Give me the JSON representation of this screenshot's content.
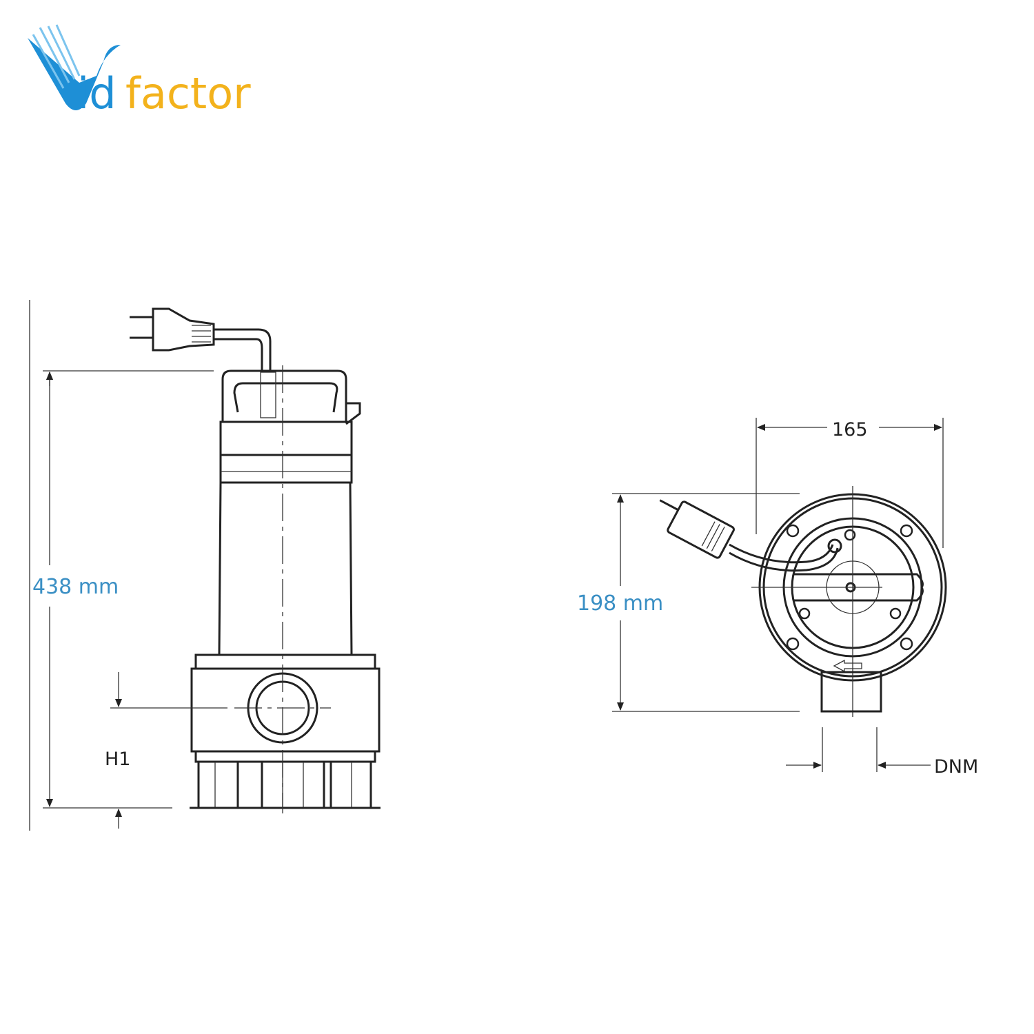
{
  "logo": {
    "text_blue": "id",
    "text_orange": "factor",
    "full": "Vidfactor"
  },
  "side_view": {
    "height_label": "438 mm",
    "h1_label": "H1"
  },
  "top_view": {
    "width_label": "165",
    "depth_label": "198 mm",
    "outlet_label": "DNM"
  },
  "colors": {
    "dimension_text": "#3a8fc4",
    "logo_blue": "#1e8fd6",
    "logo_orange": "#f3b21c"
  }
}
